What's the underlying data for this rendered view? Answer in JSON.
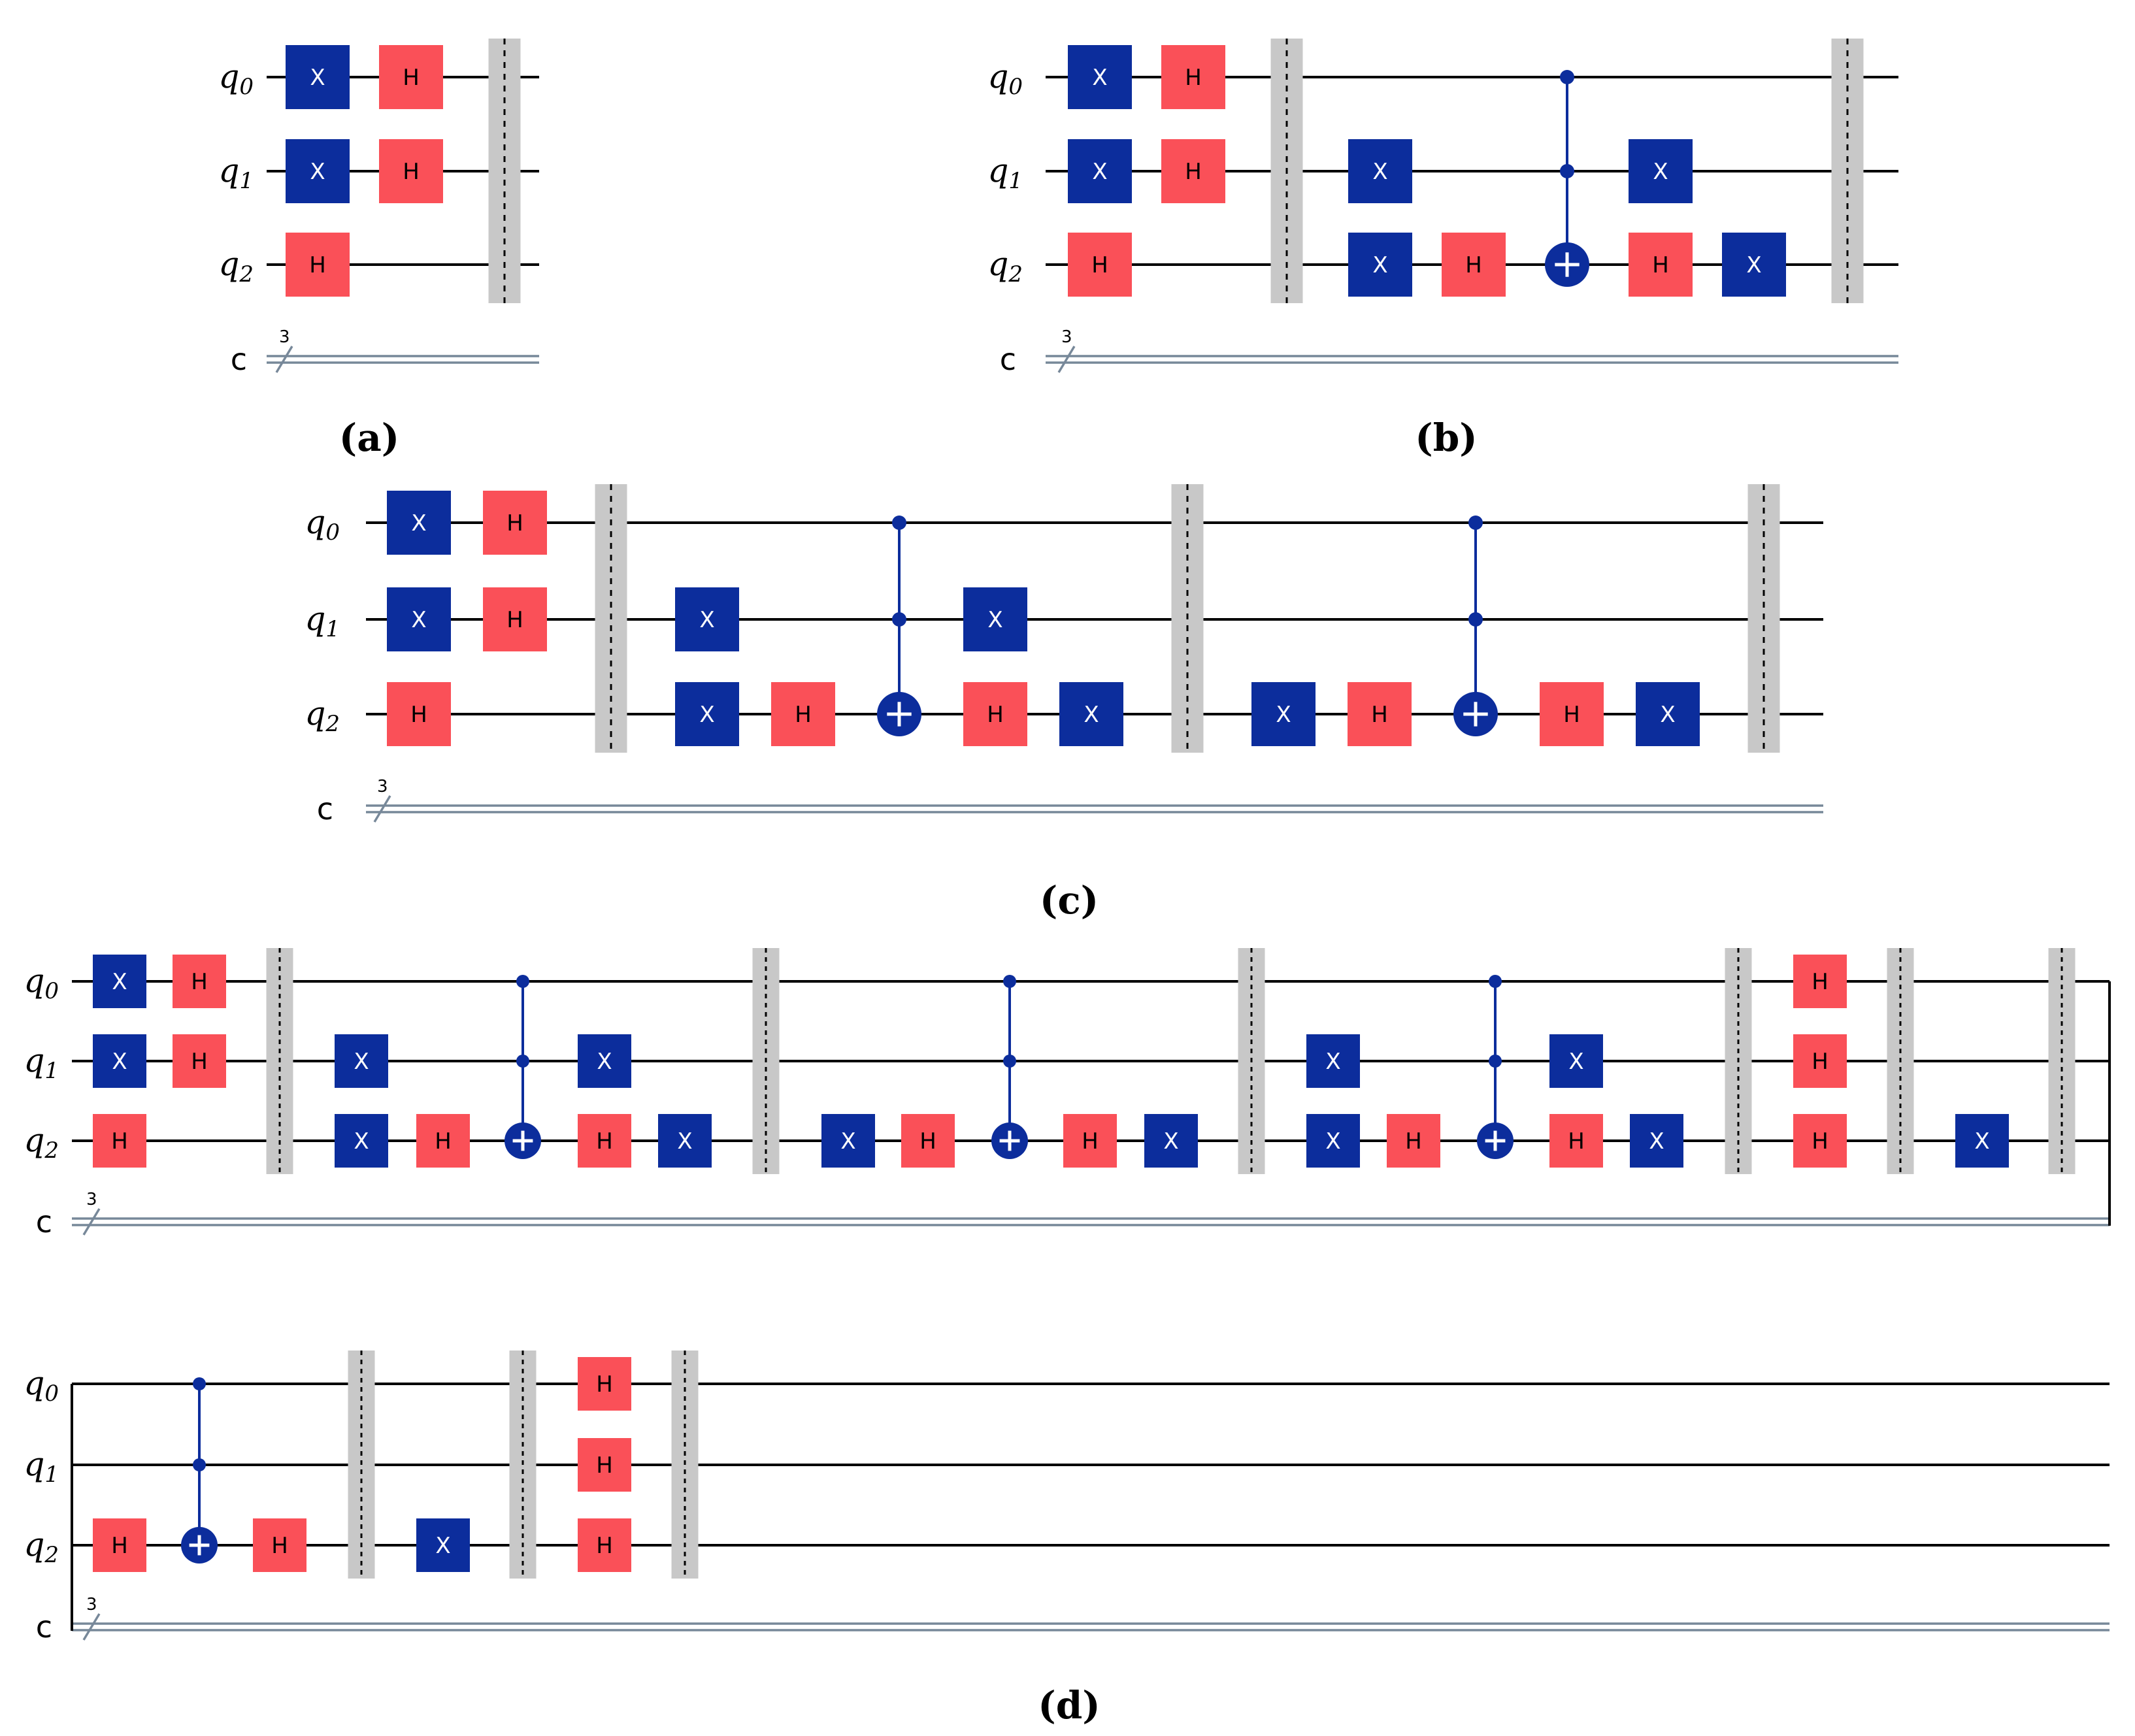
{
  "colors": {
    "x_gate": "#0c2d9c",
    "h_gate": "#fa5058",
    "control": "#0c2d9c",
    "barrier_fill": "#c8c8c8",
    "barrier_dash": "#000000",
    "wire": "#000000",
    "classical_wire": "#778899"
  },
  "labels": {
    "x_gate": "X",
    "h_gate": "H",
    "qubit_letter": "q",
    "qubit_indices": [
      "0",
      "1",
      "2"
    ],
    "classical_register": "c",
    "classical_width": "3"
  },
  "panels": [
    {
      "id": "a",
      "caption": "(a)",
      "rows": [
        {
          "wraps_in": false,
          "wraps_out": false,
          "columns": [
            {
              "type": "gates",
              "gates": [
                {
                  "q": 0,
                  "g": "X"
                },
                {
                  "q": 1,
                  "g": "X"
                },
                {
                  "q": 2,
                  "g": "H"
                }
              ]
            },
            {
              "type": "gates",
              "gates": [
                {
                  "q": 0,
                  "g": "H"
                },
                {
                  "q": 1,
                  "g": "H"
                }
              ]
            },
            {
              "type": "barrier"
            }
          ]
        }
      ]
    },
    {
      "id": "b",
      "caption": "(b)",
      "rows": [
        {
          "wraps_in": false,
          "wraps_out": false,
          "columns": [
            {
              "type": "gates",
              "gates": [
                {
                  "q": 0,
                  "g": "X"
                },
                {
                  "q": 1,
                  "g": "X"
                },
                {
                  "q": 2,
                  "g": "H"
                }
              ]
            },
            {
              "type": "gates",
              "gates": [
                {
                  "q": 0,
                  "g": "H"
                },
                {
                  "q": 1,
                  "g": "H"
                }
              ]
            },
            {
              "type": "barrier"
            },
            {
              "type": "gates",
              "gates": [
                {
                  "q": 1,
                  "g": "X"
                },
                {
                  "q": 2,
                  "g": "X"
                }
              ]
            },
            {
              "type": "gates",
              "gates": [
                {
                  "q": 2,
                  "g": "H"
                }
              ]
            },
            {
              "type": "ccx",
              "controls": [
                0,
                1
              ],
              "target": 2
            },
            {
              "type": "gates",
              "gates": [
                {
                  "q": 1,
                  "g": "X"
                },
                {
                  "q": 2,
                  "g": "H"
                }
              ]
            },
            {
              "type": "gates",
              "gates": [
                {
                  "q": 2,
                  "g": "X"
                }
              ]
            },
            {
              "type": "barrier"
            }
          ]
        }
      ]
    },
    {
      "id": "c",
      "caption": "(c)",
      "rows": [
        {
          "wraps_in": false,
          "wraps_out": false,
          "columns": [
            {
              "type": "gates",
              "gates": [
                {
                  "q": 0,
                  "g": "X"
                },
                {
                  "q": 1,
                  "g": "X"
                },
                {
                  "q": 2,
                  "g": "H"
                }
              ]
            },
            {
              "type": "gates",
              "gates": [
                {
                  "q": 0,
                  "g": "H"
                },
                {
                  "q": 1,
                  "g": "H"
                }
              ]
            },
            {
              "type": "barrier"
            },
            {
              "type": "gates",
              "gates": [
                {
                  "q": 1,
                  "g": "X"
                },
                {
                  "q": 2,
                  "g": "X"
                }
              ]
            },
            {
              "type": "gates",
              "gates": [
                {
                  "q": 2,
                  "g": "H"
                }
              ]
            },
            {
              "type": "ccx",
              "controls": [
                0,
                1
              ],
              "target": 2
            },
            {
              "type": "gates",
              "gates": [
                {
                  "q": 1,
                  "g": "X"
                },
                {
                  "q": 2,
                  "g": "H"
                }
              ]
            },
            {
              "type": "gates",
              "gates": [
                {
                  "q": 2,
                  "g": "X"
                }
              ]
            },
            {
              "type": "barrier"
            },
            {
              "type": "gates",
              "gates": [
                {
                  "q": 2,
                  "g": "X"
                }
              ]
            },
            {
              "type": "gates",
              "gates": [
                {
                  "q": 2,
                  "g": "H"
                }
              ]
            },
            {
              "type": "ccx",
              "controls": [
                0,
                1
              ],
              "target": 2
            },
            {
              "type": "gates",
              "gates": [
                {
                  "q": 2,
                  "g": "H"
                }
              ]
            },
            {
              "type": "gates",
              "gates": [
                {
                  "q": 2,
                  "g": "X"
                }
              ]
            },
            {
              "type": "barrier"
            }
          ]
        }
      ]
    },
    {
      "id": "d",
      "caption": "(d)",
      "rows": [
        {
          "wraps_in": false,
          "wraps_out": true,
          "columns": [
            {
              "type": "gates",
              "gates": [
                {
                  "q": 0,
                  "g": "X"
                },
                {
                  "q": 1,
                  "g": "X"
                },
                {
                  "q": 2,
                  "g": "H"
                }
              ]
            },
            {
              "type": "gates",
              "gates": [
                {
                  "q": 0,
                  "g": "H"
                },
                {
                  "q": 1,
                  "g": "H"
                }
              ]
            },
            {
              "type": "barrier"
            },
            {
              "type": "gates",
              "gates": [
                {
                  "q": 1,
                  "g": "X"
                },
                {
                  "q": 2,
                  "g": "X"
                }
              ]
            },
            {
              "type": "gates",
              "gates": [
                {
                  "q": 2,
                  "g": "H"
                }
              ]
            },
            {
              "type": "ccx",
              "controls": [
                0,
                1
              ],
              "target": 2
            },
            {
              "type": "gates",
              "gates": [
                {
                  "q": 1,
                  "g": "X"
                },
                {
                  "q": 2,
                  "g": "H"
                }
              ]
            },
            {
              "type": "gates",
              "gates": [
                {
                  "q": 2,
                  "g": "X"
                }
              ]
            },
            {
              "type": "barrier"
            },
            {
              "type": "gates",
              "gates": [
                {
                  "q": 2,
                  "g": "X"
                }
              ]
            },
            {
              "type": "gates",
              "gates": [
                {
                  "q": 2,
                  "g": "H"
                }
              ]
            },
            {
              "type": "ccx",
              "controls": [
                0,
                1
              ],
              "target": 2
            },
            {
              "type": "gates",
              "gates": [
                {
                  "q": 2,
                  "g": "H"
                }
              ]
            },
            {
              "type": "gates",
              "gates": [
                {
                  "q": 2,
                  "g": "X"
                }
              ]
            },
            {
              "type": "barrier"
            },
            {
              "type": "gates",
              "gates": [
                {
                  "q": 1,
                  "g": "X"
                },
                {
                  "q": 2,
                  "g": "X"
                }
              ]
            },
            {
              "type": "gates",
              "gates": [
                {
                  "q": 2,
                  "g": "H"
                }
              ]
            },
            {
              "type": "ccx",
              "controls": [
                0,
                1
              ],
              "target": 2
            },
            {
              "type": "gates",
              "gates": [
                {
                  "q": 1,
                  "g": "X"
                },
                {
                  "q": 2,
                  "g": "H"
                }
              ]
            },
            {
              "type": "gates",
              "gates": [
                {
                  "q": 2,
                  "g": "X"
                }
              ]
            },
            {
              "type": "barrier"
            },
            {
              "type": "gates",
              "gates": [
                {
                  "q": 0,
                  "g": "H"
                },
                {
                  "q": 1,
                  "g": "H"
                },
                {
                  "q": 2,
                  "g": "H"
                }
              ]
            },
            {
              "type": "barrier"
            },
            {
              "type": "gates",
              "gates": [
                {
                  "q": 2,
                  "g": "X"
                }
              ]
            },
            {
              "type": "barrier"
            }
          ]
        },
        {
          "wraps_in": true,
          "wraps_out": false,
          "columns": [
            {
              "type": "gates",
              "gates": [
                {
                  "q": 2,
                  "g": "H"
                }
              ]
            },
            {
              "type": "ccx",
              "controls": [
                0,
                1
              ],
              "target": 2
            },
            {
              "type": "gates",
              "gates": [
                {
                  "q": 2,
                  "g": "H"
                }
              ]
            },
            {
              "type": "barrier"
            },
            {
              "type": "gates",
              "gates": [
                {
                  "q": 2,
                  "g": "X"
                }
              ]
            },
            {
              "type": "barrier"
            },
            {
              "type": "gates",
              "gates": [
                {
                  "q": 0,
                  "g": "H"
                },
                {
                  "q": 1,
                  "g": "H"
                },
                {
                  "q": 2,
                  "g": "H"
                }
              ]
            },
            {
              "type": "barrier"
            }
          ]
        }
      ]
    }
  ]
}
